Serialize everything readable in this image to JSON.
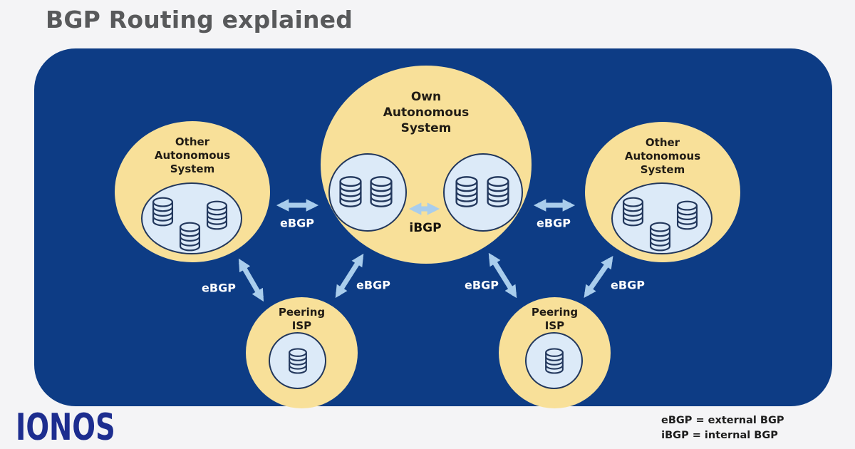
{
  "title": "BGP Routing explained",
  "brand": "IONOS",
  "nodes": {
    "own_as": {
      "label": "Own\nAutonomous\nSystem"
    },
    "left_as": {
      "label": "Other\nAutonomous\nSystem"
    },
    "right_as": {
      "label": "Other\nAutonomous\nSystem"
    },
    "left_isp": {
      "label": "Peering\nISP"
    },
    "right_isp": {
      "label": "Peering\nISP"
    }
  },
  "connections": {
    "ibgp": {
      "label": "iBGP"
    },
    "ebgp_left": {
      "label": "eBGP"
    },
    "ebgp_right": {
      "label": "eBGP"
    },
    "ebgp_leftas_leftisp": {
      "label": "eBGP"
    },
    "ebgp_leftisp_own": {
      "label": "eBGP"
    },
    "ebgp_own_rightisp": {
      "label": "eBGP"
    },
    "ebgp_rightisp_rightas": {
      "label": "eBGP"
    }
  },
  "legend": {
    "ebgp": "eBGP = external BGP",
    "ibgp": "iBGP = internal BGP"
  },
  "icons": {
    "database": "database-icon"
  },
  "colors": {
    "page_background": "#f4f4f6",
    "panel_background": "#0d3c85",
    "node_fill": "#f8e099",
    "inner_circle_fill": "#dceaf8",
    "outline_dark": "#22375c",
    "arrow_fill": "#a9cdec",
    "title_text": "#58595b",
    "label_dark": "#211c15",
    "ebgp_label_text": "#ffffff",
    "brand_blue": "#1d2d8f"
  }
}
